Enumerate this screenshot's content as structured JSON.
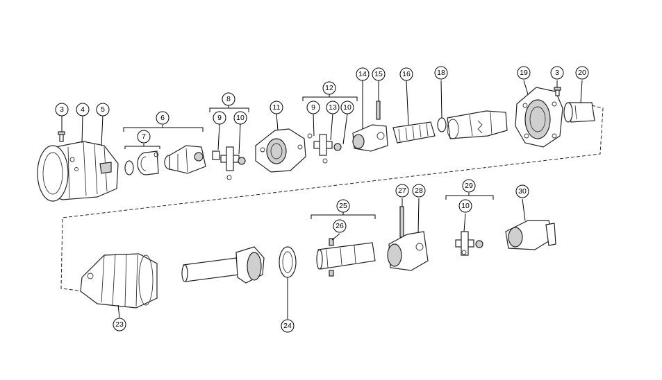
{
  "callouts": {
    "c3a": "3",
    "c4": "4",
    "c5": "5",
    "c6": "6",
    "c7": "7",
    "c8": "8",
    "c9a": "9",
    "c10a": "10",
    "c11": "11",
    "c12": "12",
    "c9b": "9",
    "c13": "13",
    "c10b": "10",
    "c14": "14",
    "c15": "15",
    "c16": "16",
    "c18": "18",
    "c19": "19",
    "c3b": "3",
    "c20": "20",
    "c23": "23",
    "c24": "24",
    "c25": "25",
    "c26": "26",
    "c27": "27",
    "c28": "28",
    "c29": "29",
    "c10c": "10",
    "c30": "30"
  }
}
